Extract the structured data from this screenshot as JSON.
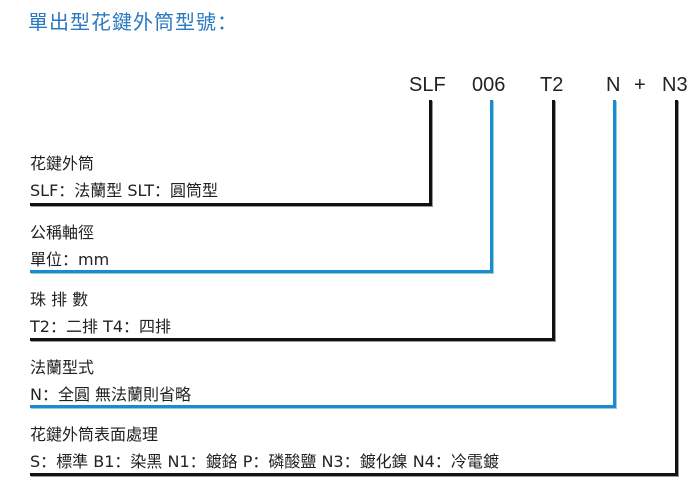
{
  "title": "單出型花鍵外筒型號：",
  "code": {
    "series": "SLF",
    "size": "006",
    "balls": "T2",
    "flange": "N",
    "plus": "+",
    "surface": "N3"
  },
  "sections": [
    {
      "heading": "花鍵外筒",
      "detail": "SLF：法蘭型  SLT：圓筒型"
    },
    {
      "heading": "公稱軸徑",
      "detail": "單位：mm"
    },
    {
      "heading": "珠 排 數",
      "detail": "T2：二排   T4：四排"
    },
    {
      "heading": "法蘭型式",
      "detail": "N：全圓   無法蘭則省略"
    },
    {
      "heading": "花鍵外筒表面處理",
      "detail": "S：標準   B1：染黑   N1：鍍鉻   P：磷酸鹽   N3：鍍化鎳   N4：冷電鍍"
    }
  ],
  "colors": {
    "title": "#2a79c0",
    "blue_line": "#1a8ad4",
    "black_line": "#111111"
  }
}
